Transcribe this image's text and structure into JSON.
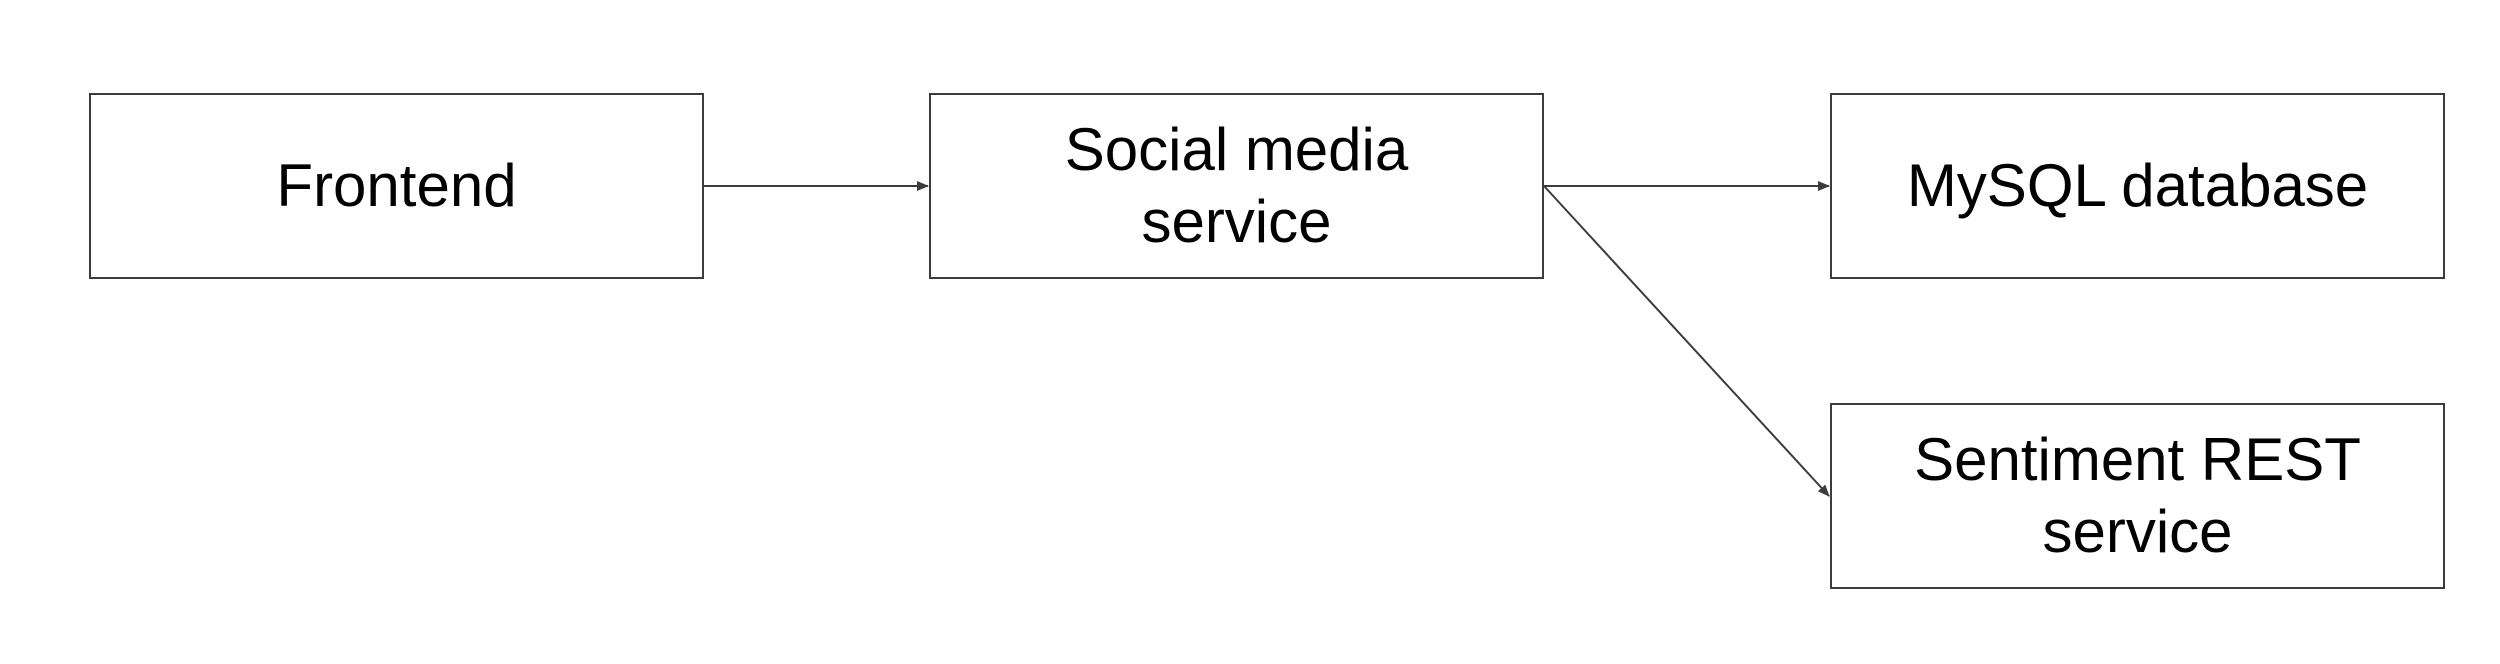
{
  "diagram": {
    "nodes": [
      {
        "id": "frontend",
        "label": "Frontend"
      },
      {
        "id": "social",
        "label": "Social media\nservice"
      },
      {
        "id": "mysql",
        "label": "MySQL database"
      },
      {
        "id": "sentiment",
        "label": "Sentiment REST\nservice"
      }
    ],
    "edges": [
      {
        "from": "frontend",
        "to": "social"
      },
      {
        "from": "social",
        "to": "mysql"
      },
      {
        "from": "social",
        "to": "sentiment"
      }
    ],
    "colors": {
      "stroke": "#3c3c3c",
      "text": "#000000",
      "background": "#ffffff"
    }
  }
}
